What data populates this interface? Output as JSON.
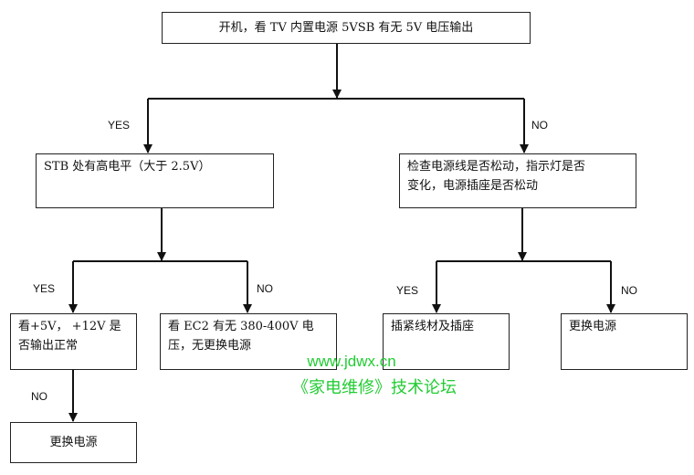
{
  "nodes": {
    "start": "开机，看 TV 内置电源 5VSB 有无 5V 电压输出",
    "stb": "STB 处有高电平（大于 2.5V）",
    "check_cable": [
      "检查电源线是否松动，指示灯是否",
      "变化，电源插座是否松动"
    ],
    "check_5v12v": [
      "看+5V， +12V 是",
      "否输出正常"
    ],
    "check_ec2": [
      "看 EC2 有无 380-400V 电",
      "压，无更换电源"
    ],
    "plug_tight": "插紧线材及插座",
    "replace_right": "更换电源",
    "replace_left": "更换电源"
  },
  "labels": {
    "yes_left": "YES",
    "no_right": "NO",
    "yes_stb": "YES",
    "no_stb": "NO",
    "yes_cable": "YES",
    "no_cable": "NO",
    "no_5v": "NO"
  },
  "watermark": {
    "url": "www.jdwx.cn",
    "forum": "《家电维修》技术论坛"
  },
  "colors": {
    "line": "#111111",
    "watermark": "#22cc33"
  }
}
